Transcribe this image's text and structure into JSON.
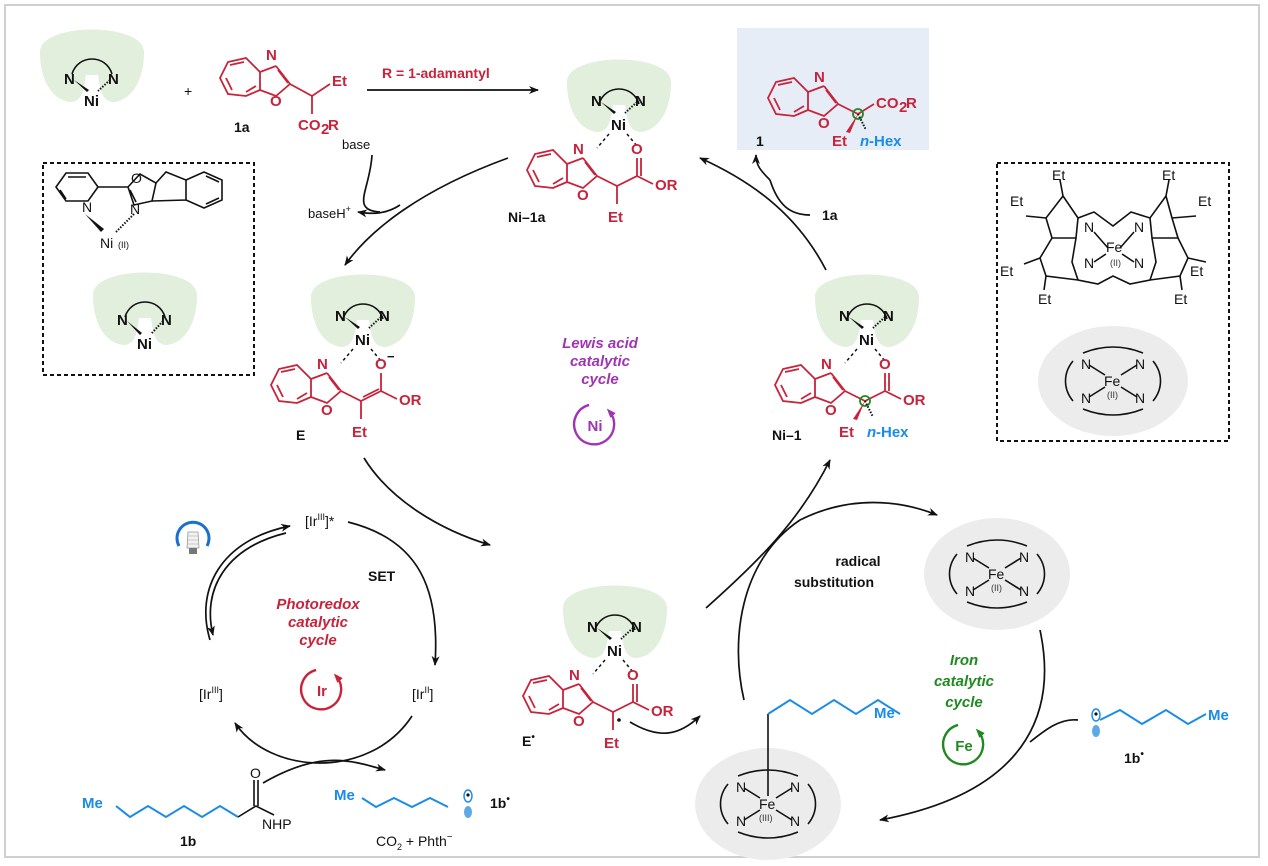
{
  "colors": {
    "substrate": "#c8233b",
    "alkyl": "#1a8ce8",
    "nickel_cycle": "#a034b4",
    "photoredox_cycle": "#c8233b",
    "iron_cycle": "#1f8a1f",
    "ligand_pocket": "#e1efdc",
    "iron_shade": "#ececec",
    "product_box": "#e6edf7"
  },
  "reagents": {
    "plus": "+",
    "condition": "R = 1-adamantyl",
    "base": "base",
    "baseH": "baseH",
    "baseH_charge": "+",
    "add_1a": "1a"
  },
  "compounds": {
    "c1a": {
      "label": "1a",
      "Et": "Et",
      "ester": "CO",
      "ester_sub": "2",
      "ester_R": "R",
      "N": "N",
      "O": "O"
    },
    "product": {
      "label": "1",
      "Et": "Et",
      "hex": "n",
      "hex_rest": "-Hex",
      "ester": "CO",
      "ester_sub": "2",
      "ester_R": "R",
      "N": "N",
      "O": "O"
    },
    "ni1a": {
      "label": "Ni–1a",
      "Et": "Et",
      "OR": "OR",
      "O": "O",
      "N": "N",
      "Ni": "Ni"
    },
    "E": {
      "label": "E",
      "Et": "Et",
      "OR": "OR",
      "O": "O",
      "charge": "−",
      "N": "N",
      "Ni": "Ni"
    },
    "Erad": {
      "label": "E",
      "dot": "•",
      "Et": "Et",
      "OR": "OR",
      "O": "O",
      "N": "N",
      "Ni": "Ni"
    },
    "ni1": {
      "label": "Ni–1",
      "Et": "Et",
      "hex": "n",
      "hex_rest": "-Hex",
      "OR": "OR",
      "O": "O",
      "N": "N",
      "Ni": "Ni"
    },
    "c1b": {
      "label": "1b",
      "Me": "Me",
      "O": "O",
      "NHP": "NHP"
    },
    "rad1b": {
      "label": "1b",
      "dot": "•",
      "Me": "Me"
    },
    "byproducts": {
      "text": "CO",
      "sub": "2",
      "rest": " + Phth",
      "charge": "−"
    }
  },
  "ligand_box": {
    "N": "N",
    "O": "O",
    "Ni": "Ni",
    "ox": "(II)"
  },
  "porphyrin_box": {
    "substituent": "Et",
    "N": "N",
    "Fe": "Fe",
    "ox": "(II)"
  },
  "iron_species": {
    "fe2": {
      "metal": "Fe",
      "ox": "(II)",
      "N": "N"
    },
    "fe3": {
      "metal": "Fe",
      "ox": "(III)",
      "N": "N",
      "Me": "Me"
    }
  },
  "cycles": {
    "nickel": {
      "line1": "Lewis acid",
      "line2": "catalytic",
      "line3": "cycle",
      "badge": "Ni"
    },
    "photoredox": {
      "line1": "Photoredox",
      "line2": "catalytic",
      "line3": "cycle",
      "badge": "Ir"
    },
    "iron": {
      "line1": "Iron",
      "line2": "catalytic",
      "line3": "cycle",
      "badge": "Fe"
    }
  },
  "iridium": {
    "ir3_star": {
      "pre": "[Ir",
      "sup": "III",
      "post": "]*"
    },
    "ir3": {
      "pre": "[Ir",
      "sup": "III",
      "post": "]"
    },
    "ir2": {
      "pre": "[Ir",
      "sup": "II",
      "post": "]"
    },
    "set": "SET"
  },
  "steps": {
    "radical_substitution_1": "radical",
    "radical_substitution_2": "substitution"
  },
  "icons": {
    "light": "lightbulb-icon"
  }
}
